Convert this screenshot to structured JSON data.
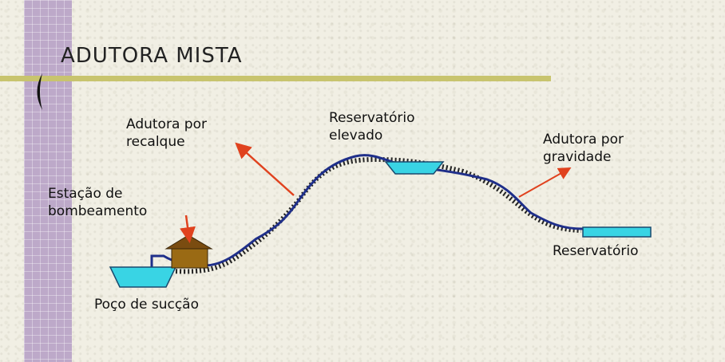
{
  "slide": {
    "title": "ADUTORA MISTA"
  },
  "labels": {
    "adutora_recalque": [
      "Adutora por",
      "recalque"
    ],
    "reservatorio_elevado": [
      "Reservatório",
      "elevado"
    ],
    "adutora_gravidade": [
      "Adutora por",
      "gravidade"
    ],
    "estacao_bombeamento": [
      "Estação de",
      "bombeamento"
    ],
    "reservatorio": "Reservatório",
    "poco_succao": "Poço de sucção"
  },
  "colors": {
    "water": "#39d4e4",
    "pipe": "#1f2f8a",
    "arrow": "#e0421e",
    "pump_house": "#9a6a14",
    "bar": "#bda9c9",
    "title_rule": "#c8c46e"
  },
  "icons": {
    "bracket": "left-bracket-icon"
  }
}
